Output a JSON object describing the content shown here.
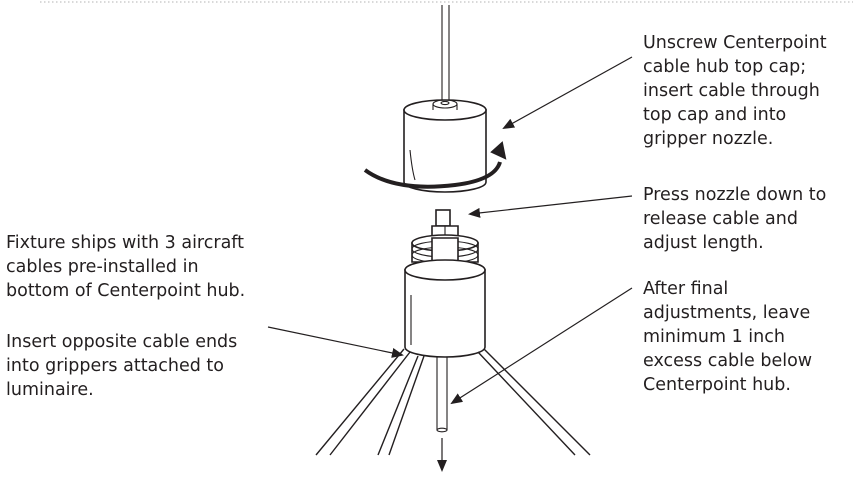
{
  "annotations": {
    "unscrew": [
      "Unscrew Centerpoint",
      "cable hub top cap;",
      "insert cable through",
      "top cap and into",
      "gripper nozzle."
    ],
    "press": [
      "Press nozzle down to",
      "release cable and",
      "adjust length."
    ],
    "after": [
      "After final",
      "adjustments, leave",
      "minimum 1 inch",
      "excess cable below",
      "Centerpoint hub."
    ],
    "ships": [
      "Fixture ships with 3 aircraft",
      "cables pre-installed  in",
      "bottom of Centerpoint hub."
    ],
    "insert": [
      "Insert opposite cable ends",
      "into grippers attached to",
      "luminaire."
    ]
  },
  "colors": {
    "ink": "#231f20",
    "background": "#ffffff",
    "border_dotted": "#b3b3b3"
  },
  "icons": [
    "rotation-arrow-icon",
    "leader-arrow-icon",
    "down-arrow-icon"
  ]
}
